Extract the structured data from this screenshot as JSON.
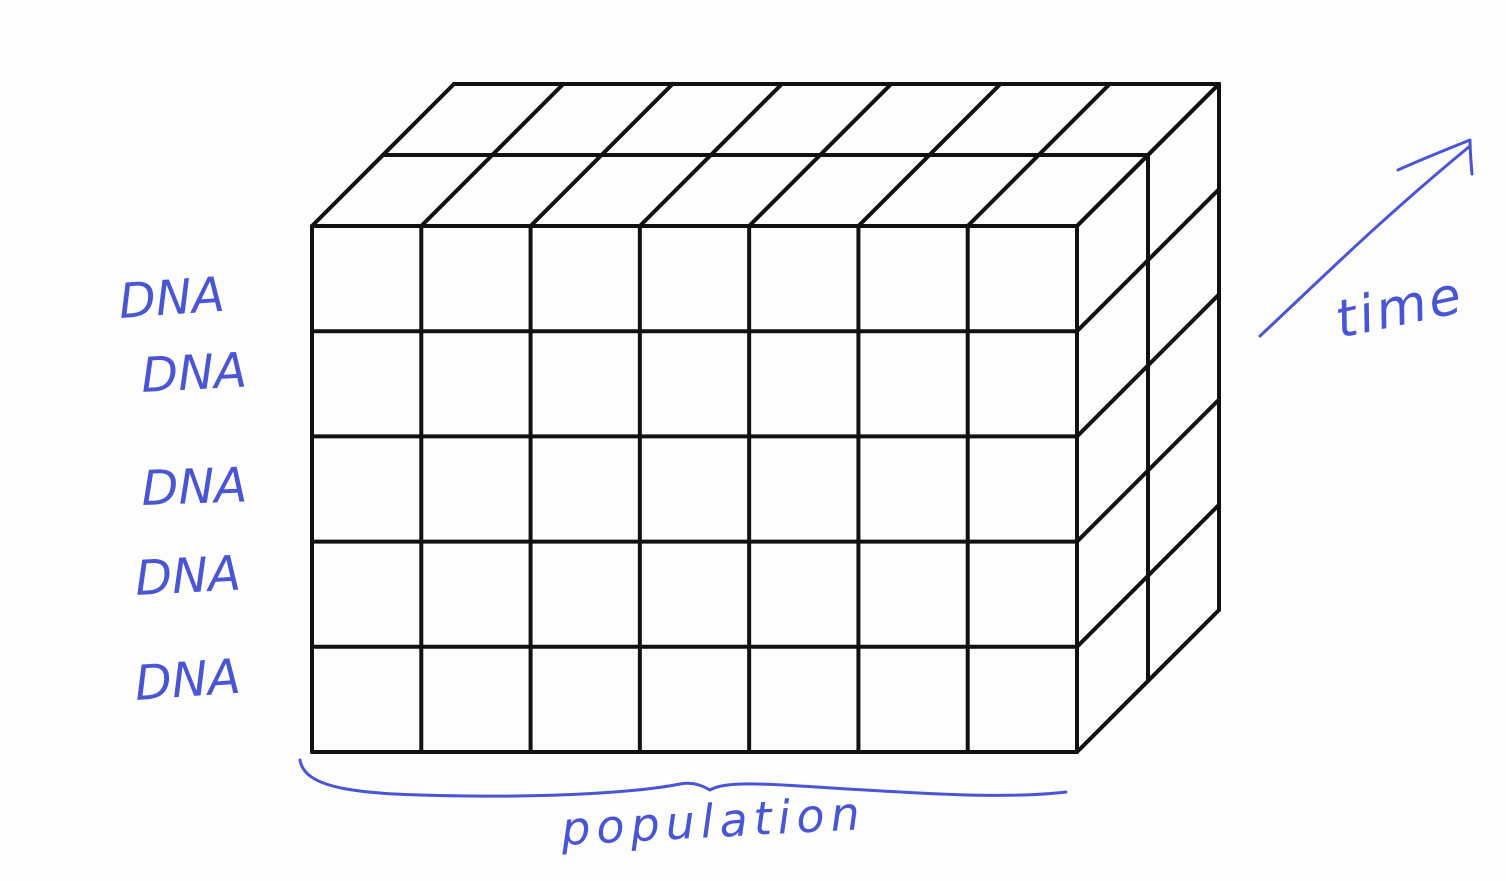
{
  "diagram": {
    "grid": {
      "rows": 5,
      "columns": 7,
      "depth_layers": 2
    },
    "row_labels": [
      "DNA",
      "DNA",
      "DNA",
      "DNA",
      "DNA"
    ],
    "x_axis_label": "population",
    "depth_axis_label": "time",
    "colors": {
      "ink": "#111111",
      "annotation": "#4a55d6",
      "background": "#fdfdfd"
    }
  }
}
